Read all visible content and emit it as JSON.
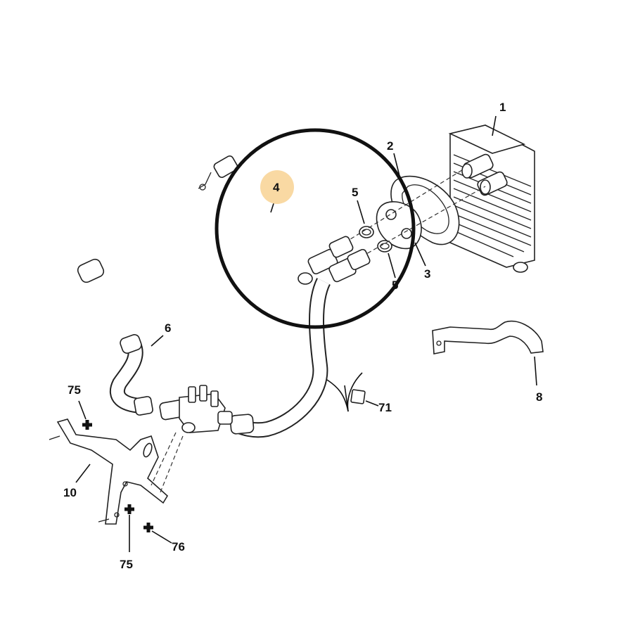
{
  "diagram": {
    "highlight_color": "#f9d9a3",
    "line_color": "#111111",
    "labels": {
      "1": "1",
      "2": "2",
      "3": "3",
      "4": "4",
      "5a": "5",
      "5b": "5",
      "6": "6",
      "8": "8",
      "10": "10",
      "71": "71",
      "75a": "75",
      "75b": "75",
      "76": "76"
    }
  }
}
